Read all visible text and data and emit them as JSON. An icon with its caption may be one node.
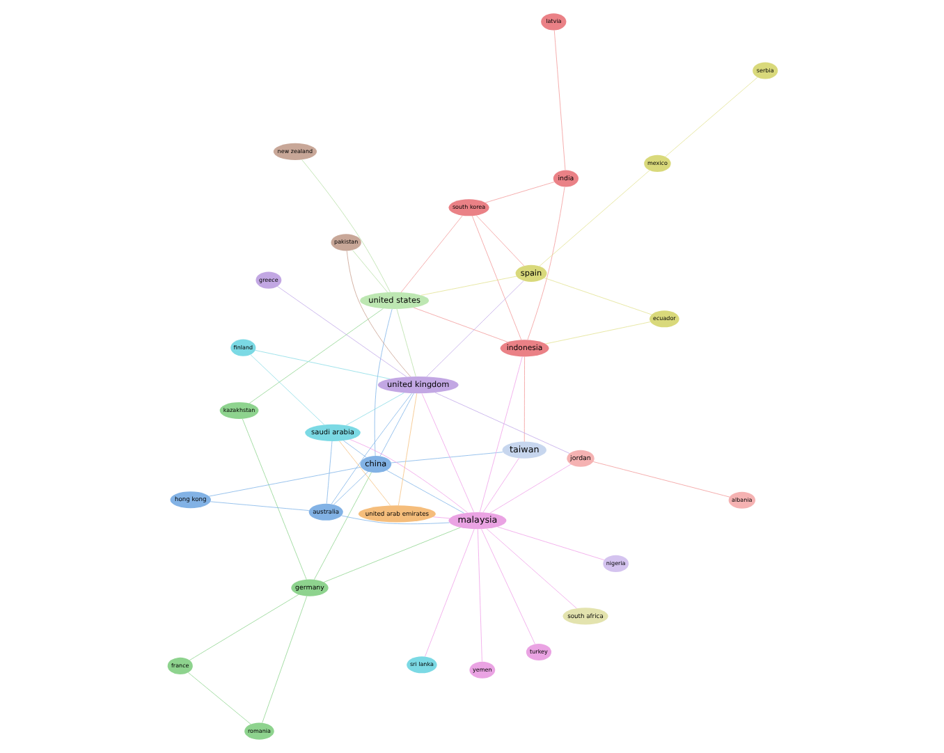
{
  "diagram": {
    "nodes": [
      {
        "text": [
          "france"
        ]
      },
      {
        "text": [
          "romania"
        ]
      },
      {
        "text": [
          "germany"
        ]
      },
      {
        "text": [
          "kazakhstan"
        ]
      },
      {
        "text": [
          "china"
        ]
      },
      {
        "text": [
          "hong kong"
        ]
      },
      {
        "text": [
          "australia"
        ]
      },
      {
        "text": [
          "malaysia"
        ]
      },
      {
        "text": [
          "yemen"
        ]
      },
      {
        "text": [
          "south africa"
        ]
      },
      {
        "text": [
          "new zealand"
        ]
      },
      {
        "text": [
          "sri lanka"
        ]
      },
      {
        "text": [
          "taiwan"
        ]
      },
      {
        "text": [
          "indonesia"
        ]
      },
      {
        "text": [
          "saudi arabia"
        ]
      },
      {
        "text": [
          "turkey"
        ]
      },
      {
        "text": [
          "nigeria"
        ]
      },
      {
        "text": [
          "united states"
        ]
      },
      {
        "text": [
          "india"
        ]
      },
      {
        "text": [
          "latvia"
        ]
      },
      {
        "text": [
          "united arab emirates"
        ]
      },
      {
        "text": [
          "finland"
        ]
      },
      {
        "text": [
          "south korea"
        ]
      },
      {
        "text": [
          "pakistan"
        ]
      },
      {
        "text": [
          "united kingdom"
        ]
      },
      {
        "text": [
          "jordan"
        ]
      },
      {
        "text": [
          "albania"
        ]
      },
      {
        "text": [
          "greece"
        ]
      },
      {
        "text": [
          "ecuador"
        ]
      },
      {
        "text": [
          "spain"
        ]
      },
      {
        "text": [
          "mexico"
        ]
      },
      {
        "text": [
          "serbia"
        ]
      }
    ],
    "edges": [
      {
        "from": 0,
        "to": 1,
        "arrow": "none",
        "color": "#8fd48f"
      },
      {
        "from": 0,
        "to": 2,
        "arrow": "none",
        "color": "#8fd48f"
      },
      {
        "from": 1,
        "to": 2,
        "arrow": "none",
        "color": "#8fd48f"
      },
      {
        "from": 2,
        "to": 3,
        "arrow": "none",
        "color": "#8fd48f"
      },
      {
        "from": 2,
        "to": 7,
        "arrow": "none",
        "color": "#8fd48f"
      },
      {
        "from": 2,
        "to": 4,
        "arrow": "none",
        "color": "#8fd48f"
      },
      {
        "from": 3,
        "to": 17,
        "arrow": "none",
        "color": "#8fd48f"
      },
      {
        "from": 4,
        "to": 5,
        "arrow": "none",
        "color": "#7fb4e8"
      },
      {
        "from": 4,
        "to": 6,
        "arrow": "none",
        "color": "#7fb4e8"
      },
      {
        "from": 4,
        "to": 7,
        "arrow": "none",
        "color": "#7fb4e8"
      },
      {
        "from": 4,
        "to": 12,
        "arrow": "none",
        "color": "#7fb4e8"
      },
      {
        "from": 4,
        "to": 17,
        "arrow": "none",
        "color": "#7fb4e8"
      },
      {
        "from": 4,
        "to": 24,
        "arrow": "none",
        "color": "#7fb4e8"
      },
      {
        "from": 4,
        "to": 14,
        "arrow": "none",
        "color": "#7fb4e8"
      },
      {
        "from": 5,
        "to": 6,
        "arrow": "none",
        "color": "#7fb4e8"
      },
      {
        "from": 6,
        "to": 7,
        "arrow": "none",
        "color": "#7fb4e8"
      },
      {
        "from": 6,
        "to": 14,
        "arrow": "none",
        "color": "#7fb4e8"
      },
      {
        "from": 6,
        "to": 24,
        "arrow": "none",
        "color": "#7fb4e8"
      },
      {
        "from": 7,
        "to": 8,
        "arrow": "none",
        "color": "#f0a0e8"
      },
      {
        "from": 7,
        "to": 9,
        "arrow": "none",
        "color": "#f0a0e8"
      },
      {
        "from": 7,
        "to": 11,
        "arrow": "none",
        "color": "#f0a0e8"
      },
      {
        "from": 7,
        "to": 15,
        "arrow": "none",
        "color": "#f0a0e8"
      },
      {
        "from": 7,
        "to": 16,
        "arrow": "none",
        "color": "#f0a0e8"
      },
      {
        "from": 7,
        "to": 14,
        "arrow": "none",
        "color": "#f0a0e8"
      },
      {
        "from": 7,
        "to": 24,
        "arrow": "none",
        "color": "#f0a0e8"
      },
      {
        "from": 7,
        "to": 13,
        "arrow": "none",
        "color": "#f0a0e8"
      },
      {
        "from": 7,
        "to": 12,
        "arrow": "none",
        "color": "#f0a0e8"
      },
      {
        "from": 7,
        "to": 25,
        "arrow": "none",
        "color": "#f0a0e8"
      },
      {
        "from": 7,
        "to": 20,
        "arrow": "none",
        "color": "#f0a0e8"
      },
      {
        "from": 13,
        "to": 18,
        "arrow": "none",
        "color": "#f29a9a"
      },
      {
        "from": 13,
        "to": 22,
        "arrow": "none",
        "color": "#f29a9a"
      },
      {
        "from": 13,
        "to": 17,
        "arrow": "none",
        "color": "#f29a9a"
      },
      {
        "from": 13,
        "to": 12,
        "arrow": "none",
        "color": "#f29a9a"
      },
      {
        "from": 18,
        "to": 19,
        "arrow": "none",
        "color": "#f29a9a"
      },
      {
        "from": 18,
        "to": 22,
        "arrow": "none",
        "color": "#f29a9a"
      },
      {
        "from": 22,
        "to": 17,
        "arrow": "none",
        "color": "#f29a9a"
      },
      {
        "from": 22,
        "to": 29,
        "arrow": "none",
        "color": "#f29a9a"
      },
      {
        "from": 17,
        "to": 23,
        "arrow": "none",
        "color": "#b8e0a8"
      },
      {
        "from": 17,
        "to": 10,
        "arrow": "none",
        "color": "#b8e0a8"
      },
      {
        "from": 17,
        "to": 24,
        "arrow": "none",
        "color": "#b8e0a8"
      },
      {
        "from": 23,
        "to": 24,
        "arrow": "none",
        "color": "#c9a090"
      },
      {
        "from": 14,
        "to": 20,
        "arrow": "none",
        "color": "#f5c080"
      },
      {
        "from": 14,
        "to": 24,
        "arrow": "none",
        "color": "#8adce6"
      },
      {
        "from": 14,
        "to": 21,
        "arrow": "none",
        "color": "#8adce6"
      },
      {
        "from": 20,
        "to": 24,
        "arrow": "none",
        "color": "#f5c080"
      },
      {
        "from": 21,
        "to": 24,
        "arrow": "none",
        "color": "#8adce6"
      },
      {
        "from": 24,
        "to": 25,
        "arrow": "none",
        "color": "#c0a8e8"
      },
      {
        "from": 24,
        "to": 27,
        "arrow": "none",
        "color": "#c0a8e8"
      },
      {
        "from": 25,
        "to": 26,
        "arrow": "none",
        "color": "#f29a9a"
      },
      {
        "from": 24,
        "to": 29,
        "arrow": "none",
        "color": "#c0a8e8"
      },
      {
        "from": 29,
        "to": 28,
        "arrow": "none",
        "color": "#e2e290"
      },
      {
        "from": 29,
        "to": 30,
        "arrow": "none",
        "color": "#e2e290"
      },
      {
        "from": 30,
        "to": 31,
        "arrow": "none",
        "color": "#e2e290"
      },
      {
        "from": 29,
        "to": 17,
        "arrow": "none",
        "color": "#e2e290"
      },
      {
        "from": 28,
        "to": 13,
        "arrow": "none",
        "color": "#e2e290"
      }
    ]
  }
}
